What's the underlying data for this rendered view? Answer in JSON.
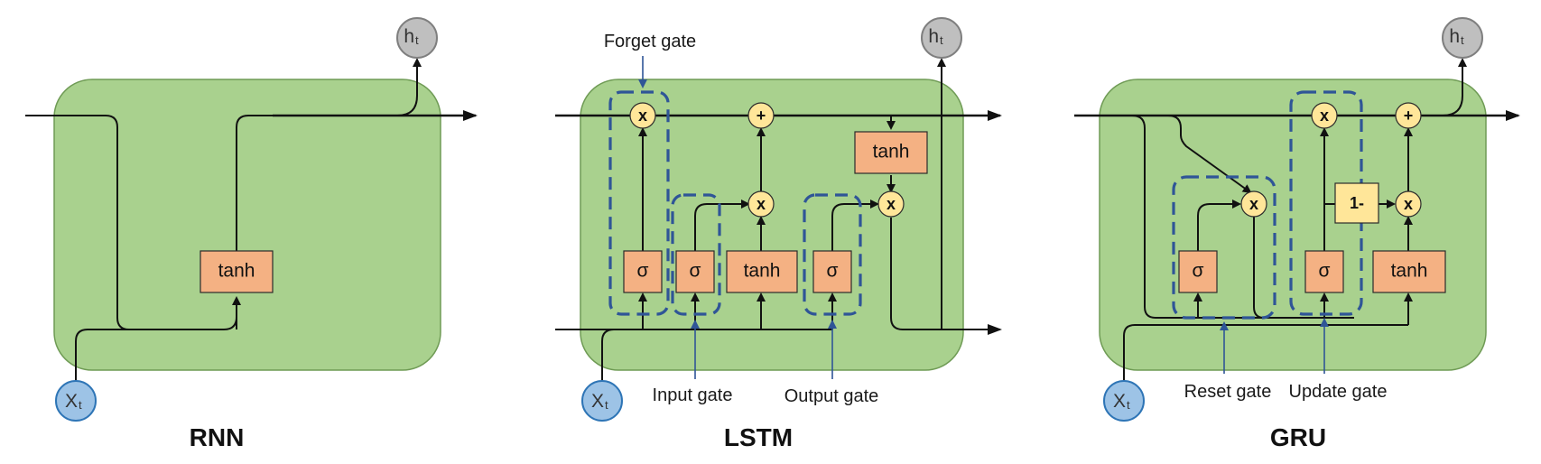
{
  "panels": {
    "rnn": {
      "title": "RNN",
      "gate": "tanh",
      "output_node": {
        "main": "h",
        "sub": "t"
      },
      "input_node": {
        "main": "X",
        "sub": "t"
      }
    },
    "lstm": {
      "title": "LSTM",
      "gates": [
        "σ",
        "σ",
        "tanh",
        "σ"
      ],
      "cell_tanh": "tanh",
      "ops": {
        "forget_mult": "x",
        "add": "+",
        "input_mult": "x",
        "output_mult": "x"
      },
      "labels": {
        "forget_gate": "Forget gate",
        "input_gate": "Input gate",
        "output_gate": "Output gate"
      },
      "output_node": {
        "main": "h",
        "sub": "t"
      },
      "input_node": {
        "main": "X",
        "sub": "t"
      }
    },
    "gru": {
      "title": "GRU",
      "gates": [
        "σ",
        "σ",
        "tanh"
      ],
      "one_minus": "1-",
      "ops": {
        "reset_mult": "x",
        "update_mult": "x",
        "add": "+",
        "candidate_mult": "x"
      },
      "labels": {
        "reset_gate": "Reset gate",
        "update_gate": "Update gate"
      },
      "output_node": {
        "main": "h",
        "sub": "t"
      },
      "input_node": {
        "main": "X",
        "sub": "t"
      }
    }
  }
}
